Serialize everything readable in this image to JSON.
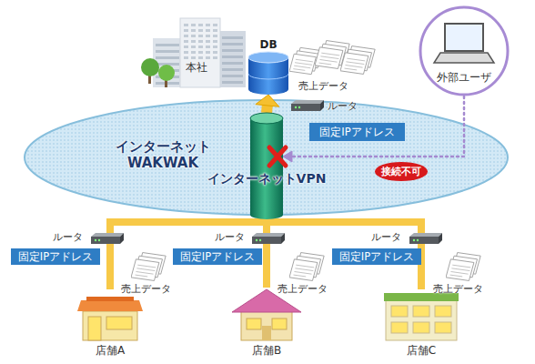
{
  "diagram": {
    "nodes": [
      {
        "text": [
          "本社"
        ]
      },
      {
        "text": [
          "DB"
        ]
      },
      {
        "text": [
          "外部ユーザ"
        ]
      },
      {
        "text": [
          "固定IPアドレス"
        ]
      },
      {
        "text": [
          "インターネット WAKWAK"
        ]
      },
      {
        "text": [
          "インターネットVPN"
        ]
      },
      {
        "text": [
          "接続不可"
        ],
        "in": 4
      },
      {
        "text": [
          "固定IPアドレス"
        ]
      },
      {
        "text": [
          "固定IPアドレス"
        ]
      },
      {
        "text": [
          "固定IPアドレス"
        ]
      },
      {
        "text": [
          "店舗A"
        ]
      },
      {
        "text": [
          "店舗B"
        ]
      },
      {
        "text": [
          "店舗C"
        ]
      }
    ],
    "edges": [
      {
        "from": 2,
        "to": 5,
        "arrow": "to"
      },
      {
        "from": 5,
        "to": 1,
        "arrow": "to"
      },
      {
        "from": 10,
        "to": 5,
        "arrow": "none"
      },
      {
        "from": 11,
        "to": 5,
        "arrow": "none"
      },
      {
        "from": 12,
        "to": 5,
        "arrow": "none"
      }
    ],
    "labels": [
      "売上データ",
      "ルータ",
      "ルータ",
      "ルータ",
      "ルータ",
      "売上データ",
      "売上データ",
      "売上データ"
    ]
  }
}
